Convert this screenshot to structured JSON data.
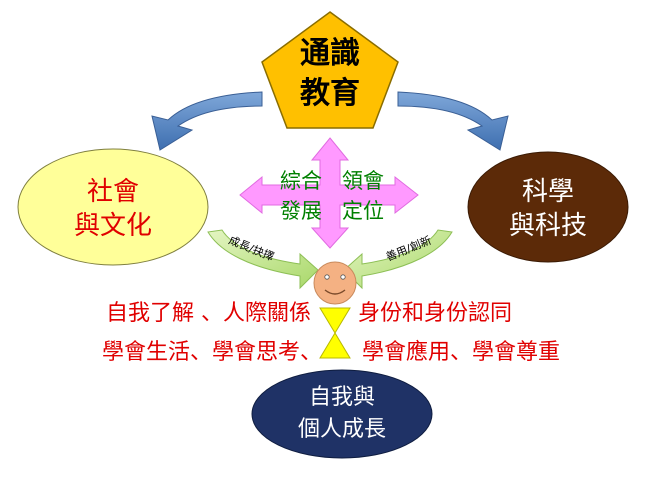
{
  "center_node": {
    "line1": "通識",
    "line2": "教育",
    "fill": "#FFC000",
    "stroke": "#8A6D00"
  },
  "left_node": {
    "line1": "社會",
    "line2": "與文化",
    "fill": "#FFFF99",
    "text_color": "#E00000"
  },
  "right_node": {
    "line1": "科學",
    "line2": "與科技",
    "fill": "#5C2A08",
    "text_color": "#FFFFFF"
  },
  "bottom_node": {
    "line1": "自我與",
    "line2": "個人成長",
    "fill": "#1F3266",
    "text_color": "#FFFFFF"
  },
  "cross": {
    "row1_left": "綜合",
    "row1_right": "領會",
    "row2_left": "發展",
    "row2_right": "定位",
    "fill": "#FF99FF",
    "text_color": "#008000"
  },
  "left_curve_label": "成長/抉擇",
  "right_curve_label": "善用/創新",
  "goals": {
    "row1_left": "自我了解 、人際關係",
    "row1_right": "身份和身份認同",
    "row2_left": "學會生活、學會思考、",
    "row2_right": "學會應用、學會尊重",
    "color": "#E00000"
  },
  "colors": {
    "blue_arrow": "#4F81BD",
    "green_curve": "#C4E88C",
    "smiley": "#F4B183",
    "hourglass": "#FFFF00"
  }
}
